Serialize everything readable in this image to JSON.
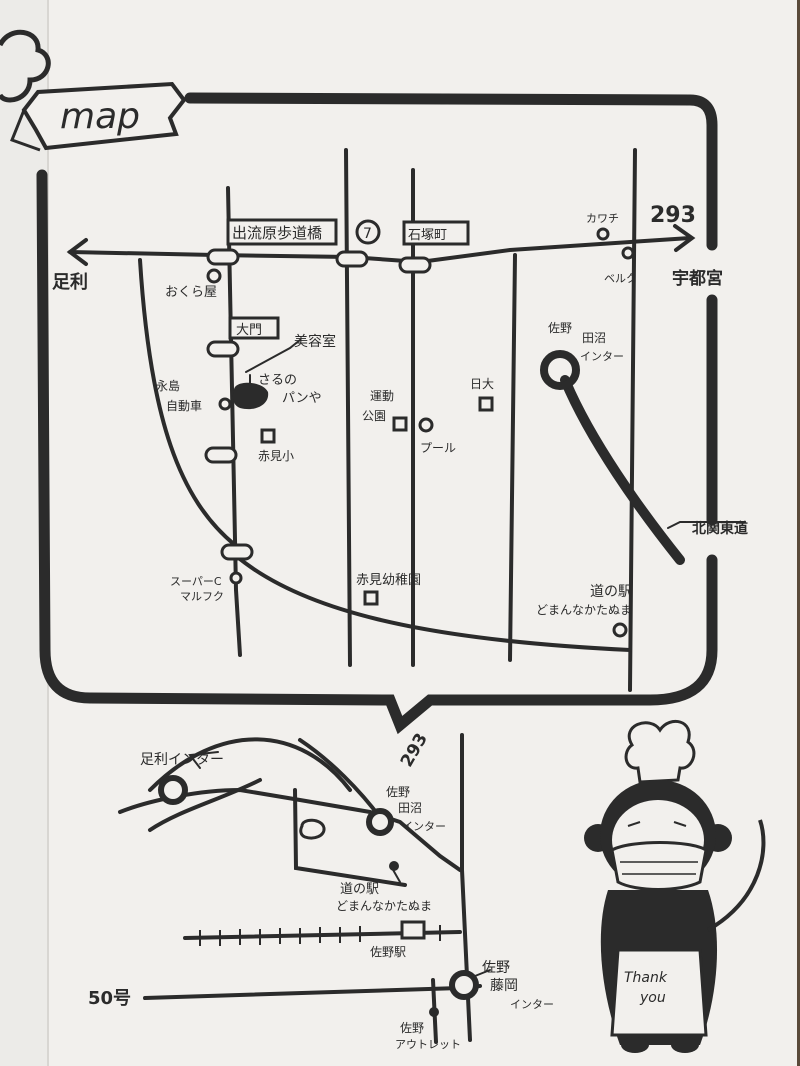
{
  "header": {
    "banner_text": "map"
  },
  "colors": {
    "ink": "#2b2b2b",
    "paper": "#f2f0ed",
    "border": "#5a4a3a"
  },
  "map": {
    "left_label": "足利",
    "right_label": "宇都宮",
    "route_top": "293",
    "route_bottom": "293",
    "route_50": "50号",
    "tag_nadegawara": "出流原歩道橋",
    "tag_7": "7",
    "tag_ishizuka": "石塚町",
    "tag_daimon": "大門",
    "label_kawachi": "カワチ",
    "label_beruku": "ベルク",
    "label_okuraya": "おくら屋",
    "label_biyoushitsu": "美容室",
    "label_saru1": "さるの",
    "label_saru2": "パンや",
    "label_naganeso1": "永島",
    "label_naganeso2": "自動車",
    "label_akami": "赤見小",
    "label_undou1": "運動",
    "label_undou2": "公園",
    "label_pool": "プール",
    "label_nichidai": "日大",
    "label_tanuma1": "佐野",
    "label_tanuma2": "田沼",
    "label_tanuma3": "インター",
    "label_kitakan": "北関東道",
    "label_super1": "スーパーC",
    "label_super2": "マルフク",
    "label_kindergarten": "赤見幼稚園",
    "label_michinoeki1": "道の駅",
    "label_michinoeki2": "どまんなかたぬま",
    "label_ashikaga_ic": "足利インター",
    "label_tanuma_ic1": "佐野",
    "label_tanuma_ic2": "田沼",
    "label_tanuma_ic3": "インター",
    "label_michi_b1": "道の駅",
    "label_michi_b2": "どまんなかたぬま",
    "label_sano_station": "佐野駅",
    "label_fujioka1": "佐野",
    "label_fujioka2": "藤岡",
    "label_fujioka3": "インター",
    "label_outlet1": "佐野",
    "label_outlet2": "アウトレット"
  },
  "mascot": {
    "sign_line1": "Thank",
    "sign_line2": "you"
  }
}
